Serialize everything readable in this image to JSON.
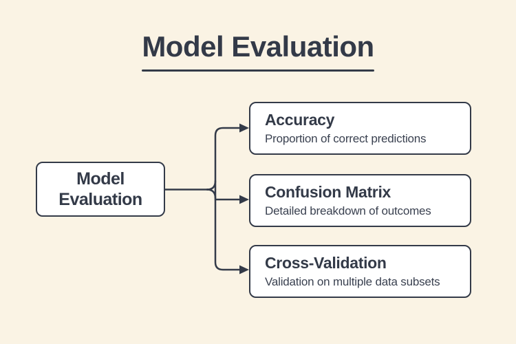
{
  "colors": {
    "background": "#faf3e4",
    "ink": "#333a48",
    "subtitle_ink": "#3a4150",
    "node_fill": "#ffffff"
  },
  "header": {
    "title": "Model Evaluation"
  },
  "diagram": {
    "root": {
      "label": "Model Evaluation"
    },
    "branches": [
      {
        "title": "Accuracy",
        "description": "Proportion of correct predictions"
      },
      {
        "title": "Confusion Matrix",
        "description": "Detailed breakdown of outcomes"
      },
      {
        "title": "Cross-Validation",
        "description": "Validation on multiple data subsets"
      }
    ]
  }
}
